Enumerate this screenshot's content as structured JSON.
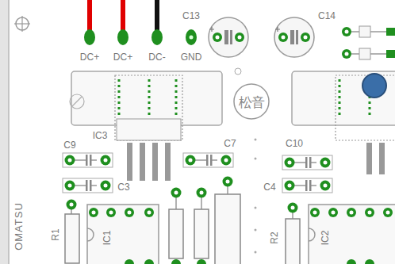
{
  "diagram": {
    "labels": [
      "C13",
      "C14",
      "DC+",
      "DC+",
      "DC-",
      "GND",
      "IC3",
      "松音",
      "C9",
      "C7",
      "C10",
      "C3",
      "C4",
      "R1",
      "IC1",
      "R2",
      "IC2",
      "OMATSU"
    ]
  }
}
